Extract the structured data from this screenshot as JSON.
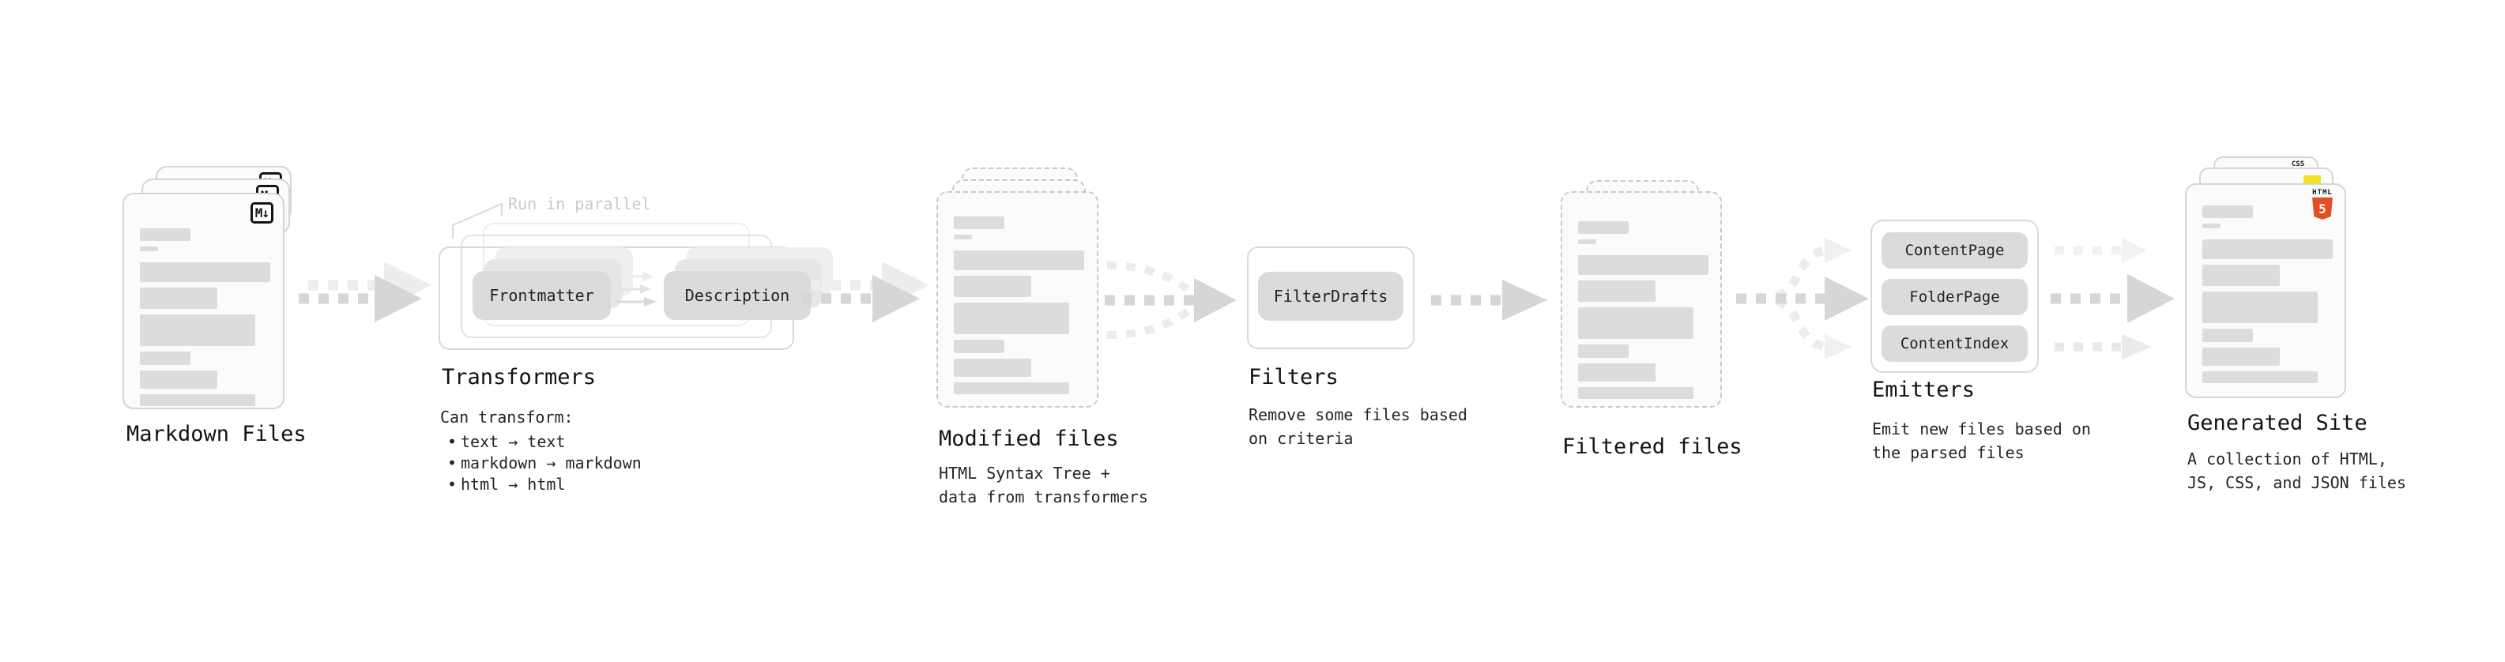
{
  "stages": {
    "markdown_files": {
      "label": "Markdown Files",
      "badge": "M↓"
    },
    "transformers": {
      "annotation": "Run in parallel",
      "left_box": "Frontmatter",
      "right_box": "Description",
      "label": "Transformers",
      "desc_title": "Can transform:",
      "bullet_char": "•",
      "bullets": [
        "text → text",
        "markdown → markdown",
        "html → html"
      ]
    },
    "modified_files": {
      "label": "Modified files",
      "desc": "HTML Syntax Tree +\ndata from transformers"
    },
    "filters": {
      "box": "FilterDrafts",
      "label": "Filters",
      "desc": "Remove some files based\non criteria"
    },
    "filtered_files": {
      "label": "Filtered files"
    },
    "emitters": {
      "boxes": [
        "ContentPage",
        "FolderPage",
        "ContentIndex"
      ],
      "label": "Emitters",
      "desc": "Emit new files based on\nthe parsed files"
    },
    "generated_site": {
      "label": "Generated Site",
      "desc": "A collection of HTML,\nJS, CSS, and JSON files",
      "html_badge_word": "HTML",
      "html_badge_number": "5",
      "css_badge_word": "CSS"
    }
  },
  "colors": {
    "html5_orange": "#e44d26",
    "js_yellow": "#f6df1d",
    "css_blue": "#2d6ae3",
    "arrow_gray": "#d6d6d6",
    "ghost_gray": "#ececec",
    "card_border": "#d5d5d5",
    "skeleton_bar": "#dcdcdc",
    "annotation_gray": "#c9c9c9"
  }
}
